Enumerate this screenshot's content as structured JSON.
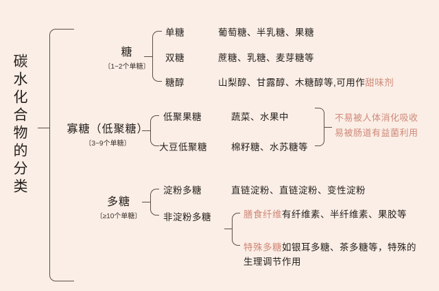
{
  "diagram": {
    "root": "碳水化合物的分类",
    "background_color": "#faeee6",
    "accent_color": "#cf8878",
    "line_color": "#5a4c44",
    "groups": [
      {
        "name": "糖",
        "sub": "〔1~2个单糖〕",
        "children": [
          {
            "label": "单糖",
            "detail": "葡萄糖、半乳糖、果糖"
          },
          {
            "label": "双糖",
            "detail": "蔗糖、乳糖、麦芽糖等"
          },
          {
            "label": "糖醇",
            "detail_plain": "山梨醇、甘露醇、木糖醇等,可用作",
            "detail_accent": "甜味剂"
          }
        ]
      },
      {
        "name": "寡糖（低聚糖）",
        "sub": "〔3~9个单糖〕",
        "children": [
          {
            "label": "低聚果糖",
            "detail": "蔬菜、水果中"
          },
          {
            "label": "大豆低聚糖",
            "detail": "棉籽糖、水苏糖等"
          }
        ],
        "note_lines": [
          "不易被人体消化吸收",
          "易被肠道有益菌利用"
        ]
      },
      {
        "name": "多糖",
        "sub": "〔≥10个单糖〕",
        "children": [
          {
            "label": "淀粉多糖",
            "detail": "直链淀粉、直链淀粉、变性淀粉"
          },
          {
            "label": "非淀粉多糖",
            "subchildren": [
              {
                "accent": "膳食纤维",
                "plain": "有纤维素、半纤维素、果胶等"
              },
              {
                "accent": "特殊多糖",
                "plain": "如银耳多糖、茶多糖等，特殊的生理调节作用"
              }
            ]
          }
        ]
      }
    ]
  }
}
